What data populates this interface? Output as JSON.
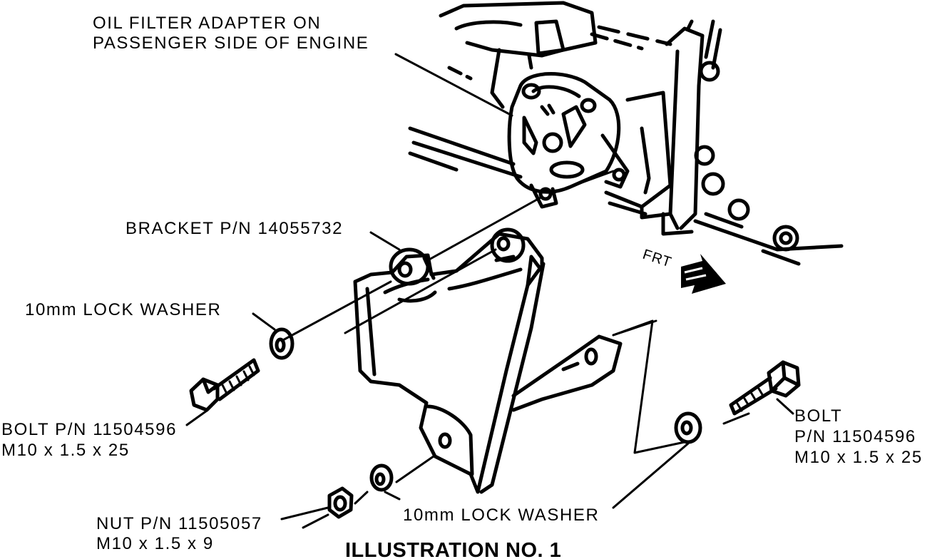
{
  "labels": {
    "adapter": [
      "OIL FILTER ADAPTER ON",
      "PASSENGER SIDE OF ENGINE"
    ],
    "bracket": "BRACKET P/N 14055732",
    "washer_left": "10mm LOCK WASHER",
    "bolt_left": [
      "BOLT P/N 11504596",
      "M10 x 1.5 x 25"
    ],
    "bolt_right": [
      "BOLT",
      "P/N 11504596",
      "M10 x 1.5 x 25"
    ],
    "nut": [
      "NUT P/N 11505057",
      "M10 x 1.5 x 9"
    ],
    "washer_bottom": "10mm LOCK WASHER",
    "direction": "FRT"
  },
  "caption": "ILLUSTRATION NO. 1",
  "colors": {
    "ink": "#000000",
    "paper": "#ffffff"
  },
  "icons": [
    "front-direction-arrow-icon"
  ]
}
